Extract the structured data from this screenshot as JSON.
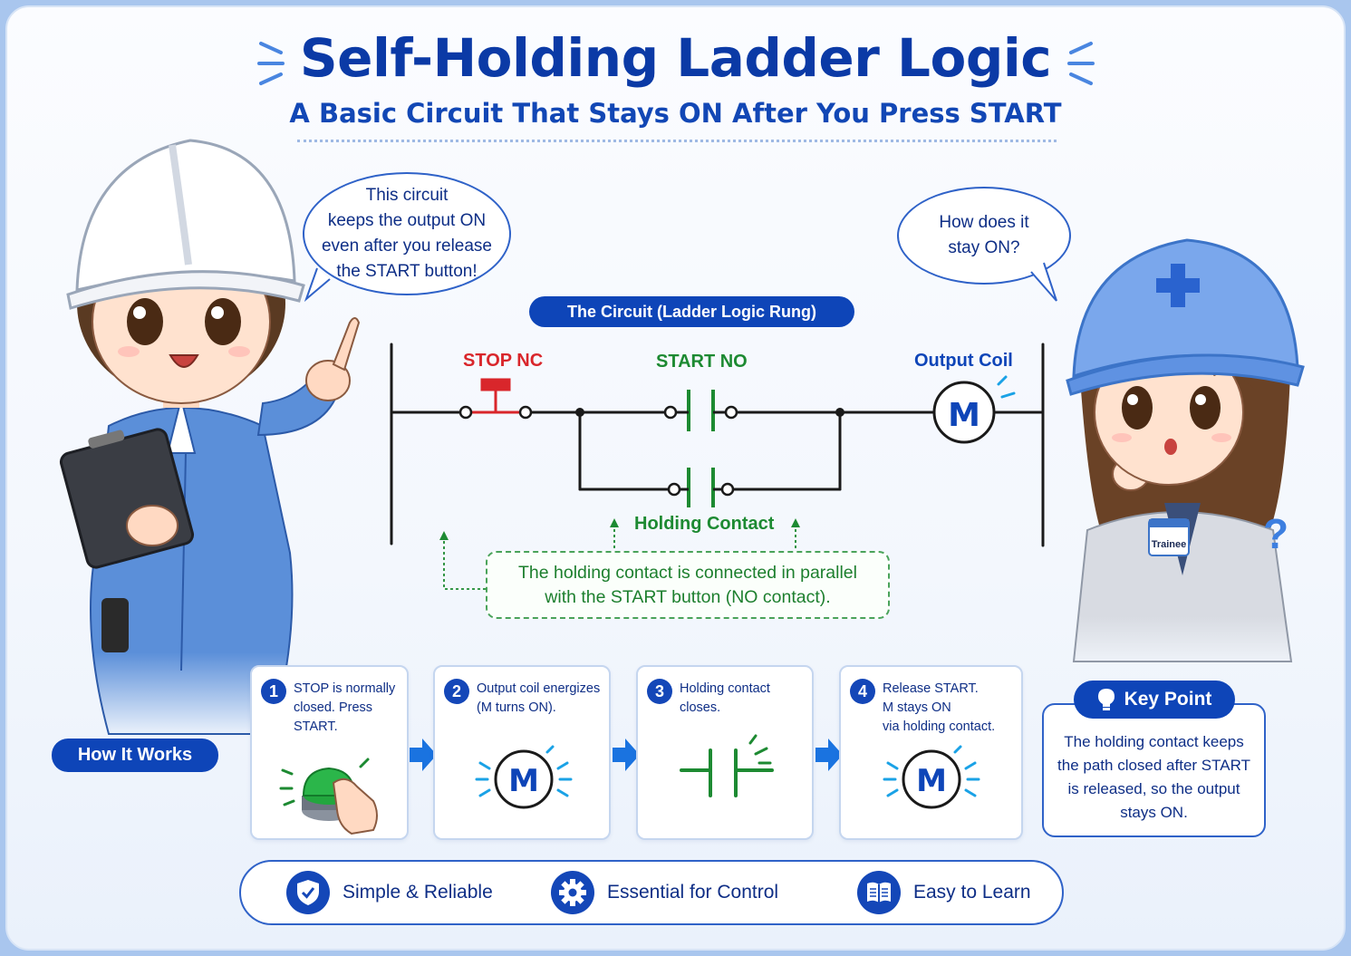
{
  "header": {
    "title": "Self-Holding Ladder Logic",
    "subtitle": "A Basic Circuit That Stays ON After You Press START"
  },
  "bubbles": {
    "instructor_lines": [
      "This circuit",
      "keeps the output ON",
      "even after you release",
      "the START button!"
    ],
    "trainee_lines": [
      "How does it",
      "stay ON?"
    ]
  },
  "trainee_badge": "Trainee",
  "circuit": {
    "header_label": "The Circuit (Ladder Logic Rung)",
    "stop_label": "STOP NC",
    "start_label": "START NO",
    "coil_label": "Output Coil",
    "coil_letter": "M",
    "holding_label": "Holding Contact",
    "note_lines": [
      "The holding contact is connected in parallel",
      "with the START button (NO contact)."
    ]
  },
  "how_it_works": {
    "label": "How It Works",
    "steps": [
      {
        "num": "1",
        "lines": [
          "STOP is normally",
          "closed. Press",
          "START."
        ]
      },
      {
        "num": "2",
        "lines": [
          "Output coil energizes",
          "(M turns ON)."
        ]
      },
      {
        "num": "3",
        "lines": [
          "Holding contact",
          "closes."
        ]
      },
      {
        "num": "4",
        "lines": [
          "Release START.",
          "M stays ON",
          "via holding contact."
        ]
      }
    ]
  },
  "key_point": {
    "title": "Key Point",
    "lines": [
      "The holding contact keeps",
      "the path closed after START",
      "is released, so the output",
      "stays ON."
    ]
  },
  "features": [
    {
      "label": "Simple & Reliable",
      "icon": "shield-check-icon"
    },
    {
      "label": "Essential for Control",
      "icon": "gear-icon"
    },
    {
      "label": "Easy to Learn",
      "icon": "book-icon"
    }
  ],
  "colors": {
    "primary": "#0e45b8",
    "stop_red": "#d9262b",
    "contact_green": "#1d8a32",
    "coil_glow": "#1aa2e6"
  }
}
